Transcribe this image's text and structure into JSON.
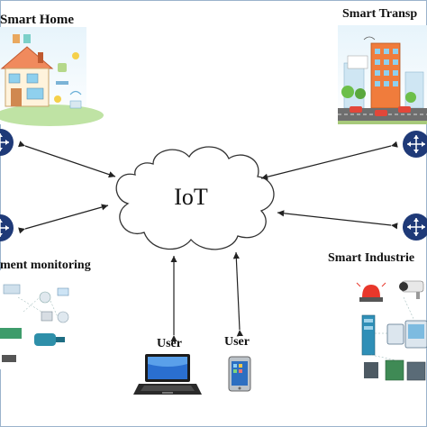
{
  "center": {
    "label": "IoT"
  },
  "domains": {
    "smart_home": "Smart Home",
    "smart_transport": "Smart Transp",
    "environment": "ment monitoring",
    "smart_industries": "Smart Industrie"
  },
  "users": {
    "left_label": "User",
    "right_label": "User"
  },
  "colors": {
    "node_fill": "#1f3a78",
    "arrow": "#222222",
    "cloud_stroke": "#333333",
    "frame": "#9bb3cc"
  },
  "icons": [
    "house-icon",
    "city-icon",
    "laptop-icon",
    "phone-icon",
    "alarm-icon",
    "camera-icon",
    "sensor-icon",
    "motor-icon"
  ]
}
